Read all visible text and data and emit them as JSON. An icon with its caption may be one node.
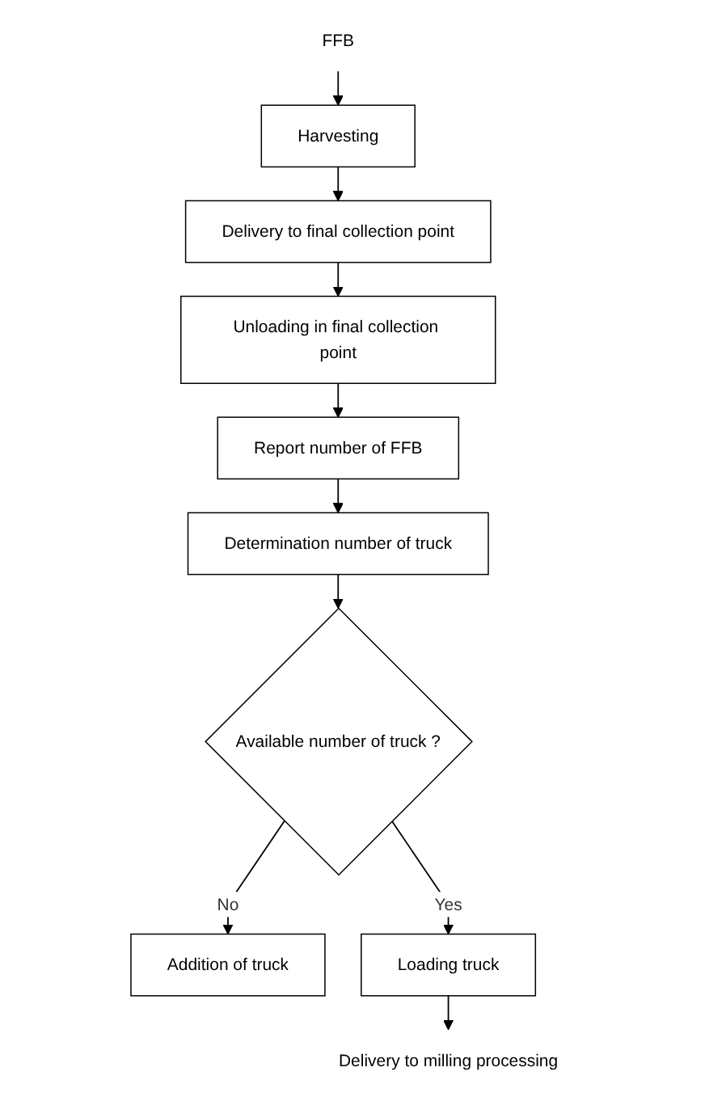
{
  "diagram": {
    "nodes": [
      {
        "text": [
          "FFB"
        ]
      },
      {
        "text": [
          "Harvesting"
        ]
      },
      {
        "text": [
          "Delivery to final collection point"
        ]
      },
      {
        "text": [
          "Unloading in final collection point"
        ]
      },
      {
        "text": [
          "Report number of FFB"
        ]
      },
      {
        "text": [
          "Determination number of truck"
        ]
      },
      {
        "text": [
          "Available number of truck ?"
        ]
      },
      {
        "text": [
          "Addition of truck"
        ]
      },
      {
        "text": [
          "Loading truck"
        ]
      },
      {
        "text": [
          "Delivery to milling processing"
        ]
      }
    ],
    "edges": [
      {
        "from": 0,
        "to": 1,
        "arrow": "to"
      },
      {
        "from": 1,
        "to": 2,
        "arrow": "to"
      },
      {
        "from": 2,
        "to": 3,
        "arrow": "to"
      },
      {
        "from": 3,
        "to": 4,
        "arrow": "to"
      },
      {
        "from": 4,
        "to": 5,
        "arrow": "to"
      },
      {
        "from": 5,
        "to": 6,
        "arrow": "to"
      },
      {
        "from": 6,
        "to": 7,
        "label": "No",
        "arrow": "to"
      },
      {
        "from": 6,
        "to": 8,
        "label": "Yes",
        "arrow": "to"
      },
      {
        "from": 8,
        "to": 9,
        "arrow": "to"
      }
    ]
  }
}
